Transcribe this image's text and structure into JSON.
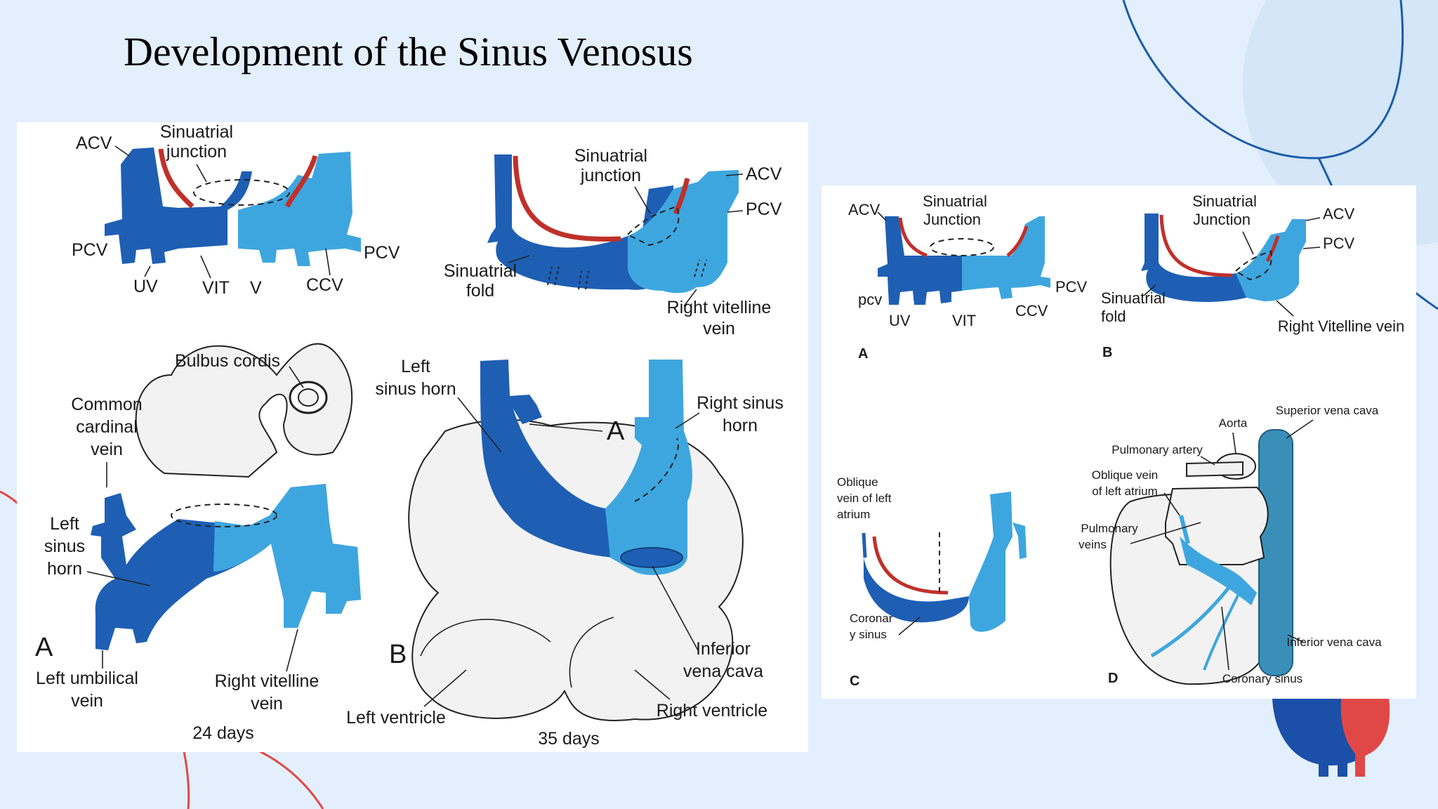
{
  "slide": {
    "title": "Development of the Sinus Venosus",
    "colors": {
      "background": "#e3effc",
      "dark_blue": "#1e5fb4",
      "light_blue": "#3ea6df",
      "artery_red": "#c0302a",
      "accent_line": "#1c5ca8",
      "accent_red": "#e04848"
    }
  },
  "left_figure": {
    "top_a": {
      "acv": "ACV",
      "junction1": "Sinuatrial",
      "junction2": "junction",
      "pcv_l": "PCV",
      "pcv_r": "PCV",
      "uv": "UV",
      "vit": "VIT",
      "v": "V",
      "ccv": "CCV"
    },
    "top_b": {
      "junction1": "Sinuatrial",
      "junction2": "junction",
      "acv": "ACV",
      "pcv": "PCV",
      "fold1": "Sinuatrial",
      "fold2": "fold",
      "rvv1": "Right vitelline",
      "rvv2": "vein"
    },
    "bottom_a": {
      "letter": "A",
      "bulbus": "Bulbus cordis",
      "ccv1": "Common",
      "ccv2": "cardinal",
      "ccv3": "vein",
      "lsh1": "Left",
      "lsh2": "sinus",
      "lsh3": "horn",
      "luv1": "Left umbilical",
      "luv2": "vein",
      "rvv1": "Right vitelline",
      "rvv2": "vein",
      "days": "24 days"
    },
    "bottom_b": {
      "letter": "B",
      "marker": "A",
      "lsh1": "Left",
      "lsh2": "sinus horn",
      "rsh1": "Right sinus",
      "rsh2": "horn",
      "ivc1": "Inferior",
      "ivc2": "vena cava",
      "lv": "Left ventricle",
      "rv": "Right ventricle",
      "days": "35 days"
    }
  },
  "right_figure": {
    "a": {
      "letter": "A",
      "acv": "ACV",
      "junction1": "Sinuatrial",
      "junction2": "Junction",
      "pcv_l": "pcv",
      "pcv_r": "PCV",
      "uv": "UV",
      "vit": "VIT",
      "ccv": "CCV"
    },
    "b": {
      "letter": "B",
      "junction1": "Sinuatrial",
      "junction2": "Junction",
      "acv": "ACV",
      "pcv": "PCV",
      "fold1": "Sinuatrial",
      "fold2": "fold",
      "rvv": "Right Vitelline vein"
    },
    "c": {
      "letter": "C",
      "ov1": "Oblique",
      "ov2": "vein of left",
      "ov3": "atrium",
      "cs1": "Coronar",
      "cs2": "y sinus"
    },
    "d": {
      "letter": "D",
      "svc": "Superior vena cava",
      "aorta": "Aorta",
      "pa": "Pulmonary artery",
      "ov1": "Oblique vein",
      "ov2": "of left atrium",
      "pv1": "Pulmonary",
      "pv2": "veins",
      "ivc": "Inferior vena cava",
      "cs": "Coronary sinus"
    }
  }
}
